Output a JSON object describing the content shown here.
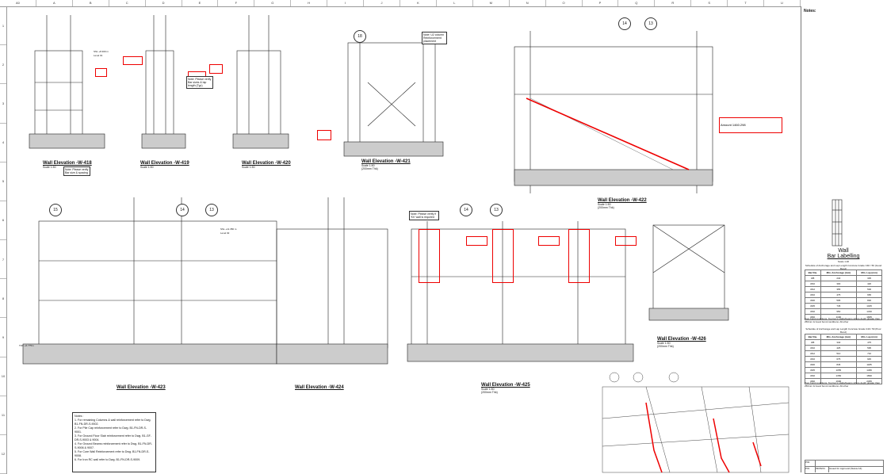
{
  "grid": {
    "corner": "A0",
    "columns": [
      "A",
      "B",
      "C",
      "D",
      "E",
      "F",
      "G",
      "H",
      "I",
      "J",
      "K",
      "L",
      "M",
      "N",
      "O",
      "P",
      "Q",
      "R",
      "S",
      "T",
      "U"
    ],
    "rows": [
      "1",
      "2",
      "3",
      "4",
      "5",
      "6",
      "7",
      "8",
      "9",
      "10",
      "11",
      "12"
    ]
  },
  "notes_panel": {
    "title": "Notes:"
  },
  "elevations": [
    {
      "title": "Wall Elevation -W-418",
      "scale": "Scale 1:50"
    },
    {
      "title": "Wall Elevation -W-419",
      "scale": "Scale 1:50"
    },
    {
      "title": "Wall Elevation -W-420",
      "scale": "Scale 1:50"
    },
    {
      "title": "Wall Elevation -W-421",
      "scale": "Scale 1:50",
      "note": "(200mm Thk)"
    },
    {
      "title": "Wall Elevation -W-422",
      "scale": "Scale 1:50",
      "note": "(200mm Thk)"
    },
    {
      "title": "Wall Elevation -W-423",
      "scale": ""
    },
    {
      "title": "Wall Elevation -W-424",
      "scale": ""
    },
    {
      "title": "Wall Elevation -W-425",
      "scale": "Scale 1:50",
      "note": "(200mm Thk)"
    },
    {
      "title": "Wall Elevation -W-426",
      "scale": "Scale 1:50",
      "note": "(200mm Thk)"
    }
  ],
  "grid_bubbles": [
    "18",
    "14",
    "13",
    "15",
    "14",
    "13",
    "14",
    "13"
  ],
  "markup": {
    "amount_label": "Amount 1460.298",
    "note1": "Note: Please verify Bar sizes & lap length (Typ)",
    "note2": "Note: Please verify Bar size & spacing",
    "note3": "Note: Please verify if 'Kh' wall is required",
    "note4": "Note: U2 column Reinforcement placement"
  },
  "levels": {
    "l1": "SSL +8.300 m",
    "l1b": "Level 01",
    "l2": "SSL +11.350 m",
    "l2b": "Level 02",
    "l3": "TOF +6.775m"
  },
  "bar_labelling": {
    "title": "Wall",
    "subtitle": "Bar Labelling",
    "scale": "Scale 1:20",
    "table1": {
      "caption": "Schedule of Anchorage and Lap Length Concrete Grade C40 / 50 (Good Bond)",
      "headers": [
        "Bar Dia.",
        "Min. Anchorage (mm)",
        "Min. Lap (mm)"
      ],
      "rows": [
        [
          "Ø8",
          "240",
          "335"
        ],
        [
          "Ø10",
          "300",
          "420"
        ],
        [
          "Ø12",
          "355",
          "500"
        ],
        [
          "Ø16",
          "475",
          "665"
        ],
        [
          "Ø20",
          "595",
          "830"
        ],
        [
          "Ø25",
          "745",
          "1045"
        ],
        [
          "Ø32",
          "950",
          "1330"
        ],
        [
          "Ø40",
          "1190",
          "1665"
        ]
      ]
    },
    "table2": {
      "caption": "Schedule of Anchorage and Lap Length Concrete Grade C40 / 50 (Poor Bond)",
      "headers": [
        "Bar Dia.",
        "Min. Anchorage (mm)",
        "Min. Lap (mm)"
      ],
      "rows": [
        [
          "Ø8",
          "340",
          "475"
        ],
        [
          "Ø10",
          "425",
          "595"
        ],
        [
          "Ø12",
          "510",
          "710"
        ],
        [
          "Ø16",
          "675",
          "945"
        ],
        [
          "Ø20",
          "845",
          "1185"
        ],
        [
          "Ø25",
          "1055",
          "1480"
        ],
        [
          "Ø32",
          "1350",
          "1890"
        ],
        [
          "Ø40",
          "1690",
          "2365"
        ]
      ]
    },
    "good_note": "Poor bond conditions: Top bar in slabs/beams where depth greater than 250mm & Good bond conditions: All other",
    "poor_note": "Poor bond conditions: Top bar in slabs/beams where depth greater than 250mm & Good bond conditions: All other"
  },
  "general_notes": {
    "title": "Notes :",
    "items": [
      "1.  For remaining Columns & wall reinforcement refer to Dwg.    B1-FN-DR-S-9002.",
      "2.  For Pile Cap reinforcement refer to Dwg. B1-FN-DR-S-9001.",
      "3.  For Ground Floor Slab reinforcement refer to Dwg. B1-GF-DR-S-9003 & 9004.",
      "4.  For Ground Beams reinforcement refer to Dwg. B1-FN-DR-S-9006 & 9007.",
      "5.  For Core Wall Reinforcement refer to Dwg. B1-FN-DR-S-9008.",
      "6.  For Iron RC wall refer to Dwg. B1-FN-DR-S-9009."
    ]
  },
  "title_block": {
    "rev1": "P02",
    "rev2": "P01",
    "date": "09/06/24",
    "desc": "Issued for Approval (Status A4)"
  }
}
